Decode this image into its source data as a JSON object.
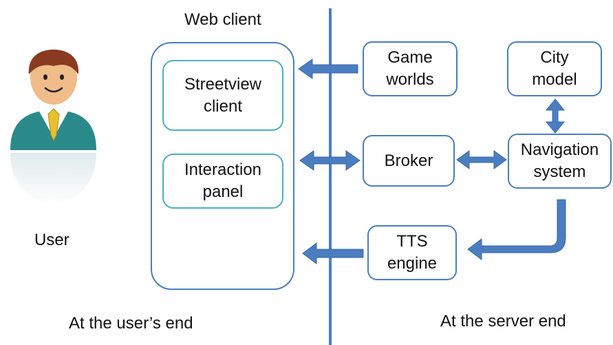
{
  "labels": {
    "web_client": "Web client",
    "user": "User",
    "user_end": "At the user’s end",
    "server_end": "At the server end"
  },
  "web_client_components": {
    "streetview": "Streetview\nclient",
    "interaction": "Interaction\npanel",
    "speaker": "speaker-icon"
  },
  "server_components": {
    "game_worlds": "Game\nworlds",
    "city_model": "City\nmodel",
    "broker": "Broker",
    "navigation": "Navigation\nsystem",
    "tts": "TTS\nengine"
  },
  "colors": {
    "divider": "#4a7ec0",
    "arrow": "#4a7ec0",
    "box_border": "#4a7ec0",
    "inner_border": "#4ab0c0",
    "user_jacket": "#2a8a8a",
    "user_tie": "#e8c030"
  }
}
